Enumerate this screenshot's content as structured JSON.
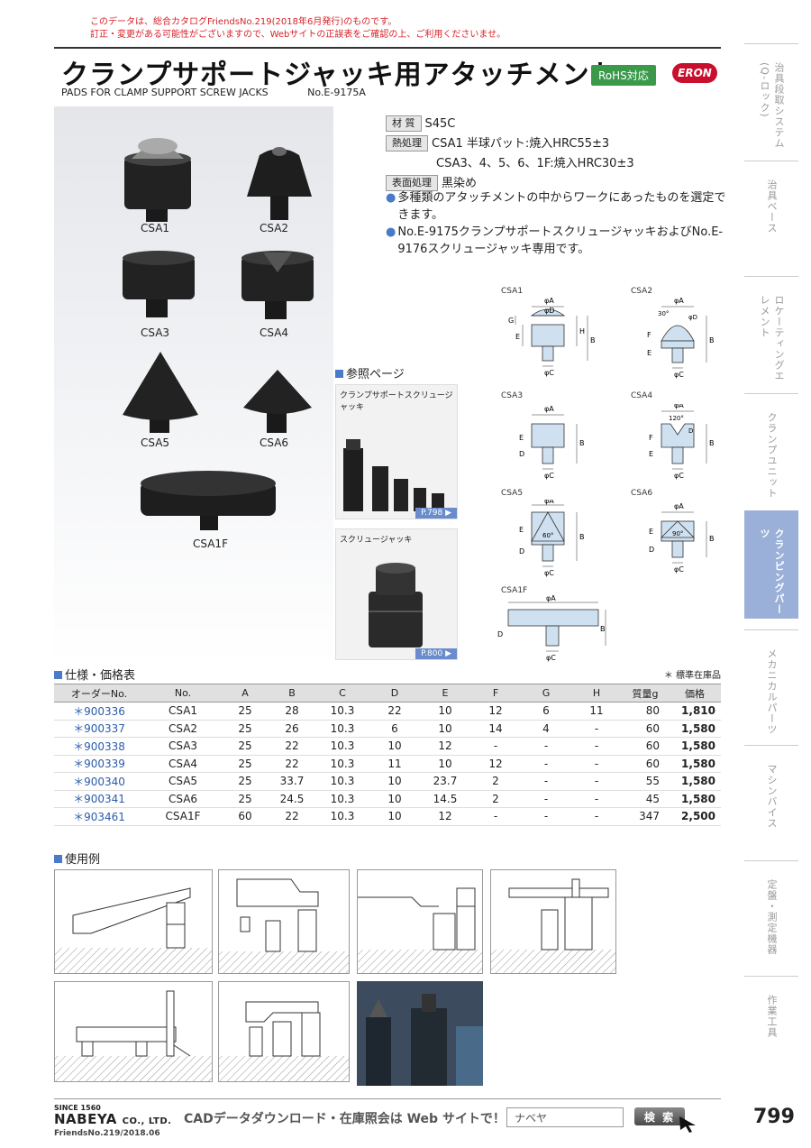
{
  "notice": {
    "line1": "このデータは、総合カタログFriendsNo.219(2018年6月発行)のものです。",
    "line2": "訂正・変更がある可能性がございますので、Webサイトの正誤表をご確認の上、ご利用くださいませ。"
  },
  "header": {
    "title": "クランプサポートジャッキ用アタッチメント",
    "rohs": "RoHS対応",
    "brand_badge": "ERON",
    "subtitle": "PADS FOR CLAMP SUPPORT SCREW JACKS",
    "model_no": "No.E-9175A"
  },
  "sidebar": [
    "治具段取システム(Q-ロック)",
    "治具ベース",
    "ロケーティングエレメント",
    "クランプユニット",
    "クランピングパーツ",
    "メカニカルパーツ",
    "マシンバイス",
    "定盤・測定機器",
    "作業工具"
  ],
  "parts": [
    "CSA1",
    "CSA2",
    "CSA3",
    "CSA4",
    "CSA5",
    "CSA6",
    "CSA1F"
  ],
  "spec": {
    "material_key": "材 質",
    "material_val": "S45C",
    "heat_key": "熱処理",
    "heat_val1": "CSA1 半球パット:焼入HRC55±3",
    "heat_val2": "CSA3、4、5、6、1F:焼入HRC30±3",
    "surface_key": "表面処理",
    "surface_val": "黒染め"
  },
  "bullets": [
    "多種類のアタッチメントの中からワークにあったものを選定できます。",
    "No.E-9175クランプサポートスクリュージャッキおよびNo.E-9176スクリュージャッキ専用です。"
  ],
  "reference": {
    "title": "参照ページ",
    "box1_caption": "クランプサポートスクリュージャッキ",
    "box1_page": "P.798 ▶",
    "box2_caption": "スクリュージャッキ",
    "box2_page": "P.800 ▶"
  },
  "drawing_labels": {
    "A": "φA",
    "D": "φD",
    "C": "φC",
    "angle30": "30°",
    "angle120": "120°",
    "angle60": "60°",
    "angle90": "90°",
    "B": "B",
    "E": "E",
    "F": "F",
    "G": "G",
    "H": "H",
    "Dl": "D"
  },
  "table": {
    "title": "仕様・価格表",
    "stock_note": "＊ 標準在庫品",
    "headers": [
      "オーダーNo.",
      "No.",
      "A",
      "B",
      "C",
      "D",
      "E",
      "F",
      "G",
      "H",
      "質量g",
      "価格"
    ],
    "rows": [
      [
        "＊900336",
        "CSA1",
        "25",
        "28",
        "10.3",
        "22",
        "10",
        "12",
        "6",
        "11",
        "80",
        "1,810"
      ],
      [
        "＊900337",
        "CSA2",
        "25",
        "26",
        "10.3",
        "6",
        "10",
        "14",
        "4",
        "-",
        "60",
        "1,580"
      ],
      [
        "＊900338",
        "CSA3",
        "25",
        "22",
        "10.3",
        "10",
        "12",
        "-",
        "-",
        "-",
        "60",
        "1,580"
      ],
      [
        "＊900339",
        "CSA4",
        "25",
        "22",
        "10.3",
        "11",
        "10",
        "12",
        "-",
        "-",
        "60",
        "1,580"
      ],
      [
        "＊900340",
        "CSA5",
        "25",
        "33.7",
        "10.3",
        "10",
        "23.7",
        "2",
        "-",
        "-",
        "55",
        "1,580"
      ],
      [
        "＊900341",
        "CSA6",
        "25",
        "24.5",
        "10.3",
        "10",
        "14.5",
        "2",
        "-",
        "-",
        "45",
        "1,580"
      ],
      [
        "＊903461",
        "CSA1F",
        "60",
        "22",
        "10.3",
        "10",
        "12",
        "-",
        "-",
        "-",
        "347",
        "2,500"
      ]
    ]
  },
  "usage": {
    "title": "使用例"
  },
  "footer": {
    "since": "SINCE 1560",
    "brand": "NABEYA",
    "brand_suffix": "CO., LTD.",
    "friends": "FriendsNo.219/2018.06",
    "cad": "CADデータダウンロード・在庫照会は Web サイトで！",
    "search_value": "ナベヤ",
    "search_button": "検 索",
    "page_number": "799"
  },
  "colors": {
    "accent_blue": "#4a7bc8",
    "notice_red": "#d8232a",
    "rohs_green": "#3a9a4a",
    "eron_red": "#c8102e",
    "tab_active": "#9ab0d8"
  }
}
